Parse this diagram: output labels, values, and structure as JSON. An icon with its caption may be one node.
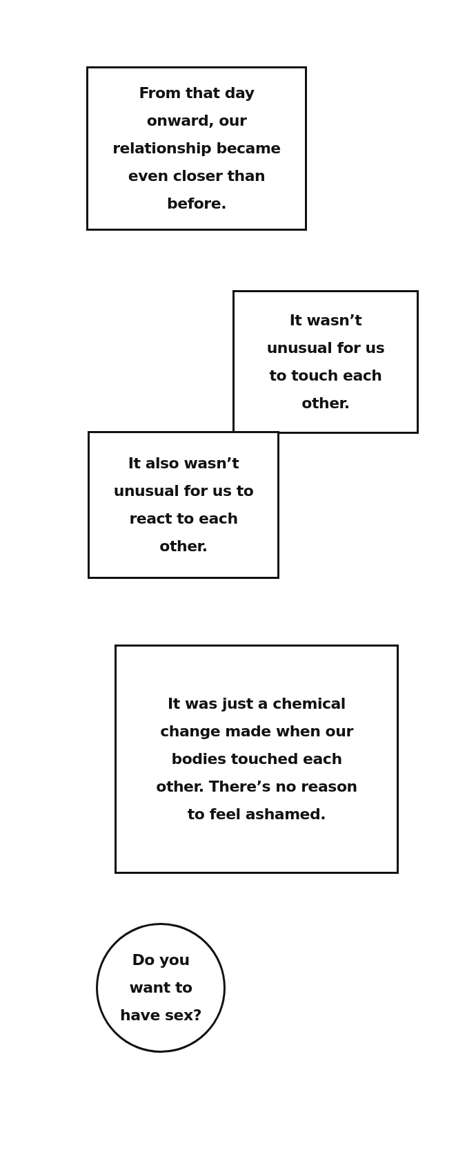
{
  "diagram": {
    "nodes": [
      {
        "text": [
          "From that day onward, our relationship became even closer than before."
        ]
      },
      {
        "text": [
          "It wasn’t unusual for us to touch each other."
        ]
      },
      {
        "text": [
          "It also wasn’t unusual for us to react to each other."
        ]
      },
      {
        "text": [
          "It was just a chemical change made when our bodies touched each other. There’s no reason to feel ashamed."
        ]
      },
      {
        "text": [
          "Do you want to have sex?"
        ]
      }
    ],
    "edges": []
  }
}
